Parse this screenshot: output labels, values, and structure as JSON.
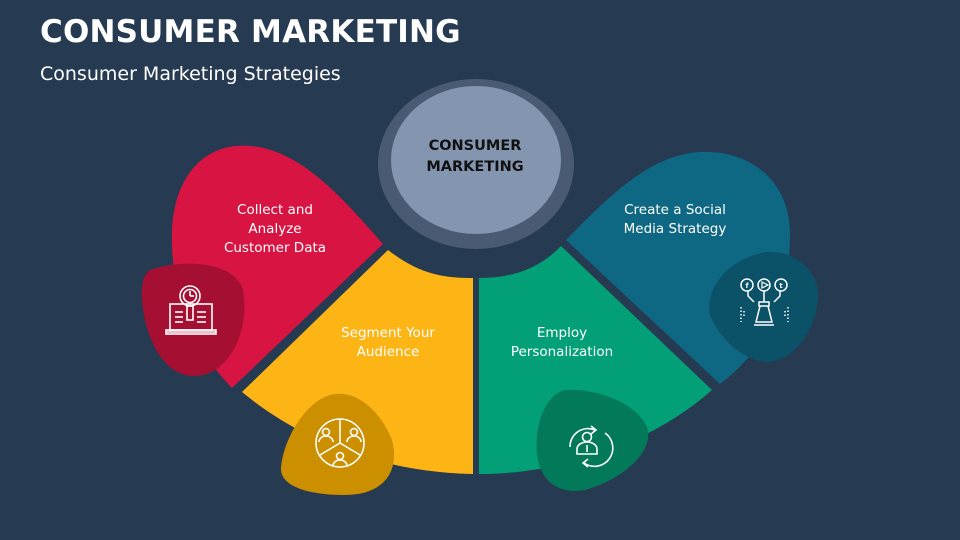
{
  "header": {
    "title": "CONSUMER MARKETING",
    "subtitle": "Consumer Marketing Strategies"
  },
  "center": {
    "label_line1": "CONSUMER",
    "label_line2": "MARKETING",
    "fill": "#8496AF",
    "ring": "#4A5A73"
  },
  "segments": [
    {
      "label_lines": [
        "Collect and",
        "Analyze",
        "Customer Data"
      ],
      "color": "#D81442",
      "badge_color": "#A50F32",
      "icon": "laptop-data-analysis-icon"
    },
    {
      "label_lines": [
        "Segment Your",
        "Audience"
      ],
      "color": "#FDB515",
      "badge_color": "#CC8F00",
      "icon": "audience-segments-icon"
    },
    {
      "label_lines": [
        "Employ",
        "Personalization"
      ],
      "color": "#03A078",
      "badge_color": "#027A5A",
      "icon": "personalization-user-cycle-icon"
    },
    {
      "label_lines": [
        "Create a Social",
        "Media Strategy"
      ],
      "color": "#0E6883",
      "badge_color": "#0B5168",
      "icon": "social-media-strategy-icon"
    }
  ],
  "background": "#263A52"
}
